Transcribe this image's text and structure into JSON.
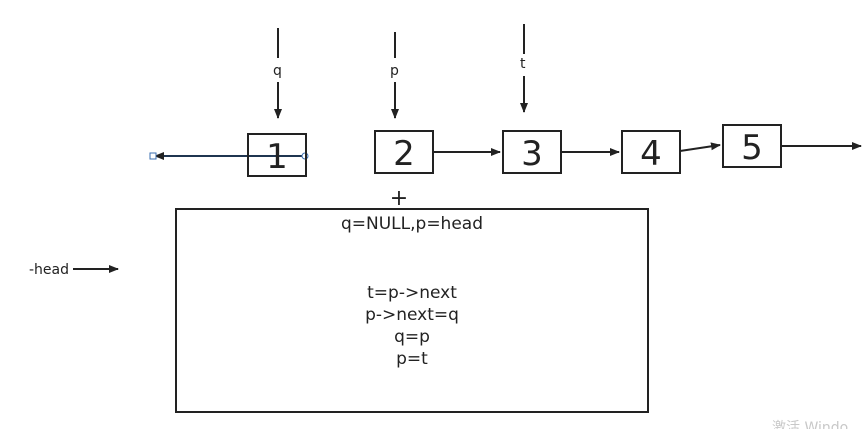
{
  "diagram": {
    "nodes": [
      {
        "label": "1"
      },
      {
        "label": "2"
      },
      {
        "label": "3"
      },
      {
        "label": "4"
      },
      {
        "label": "5"
      }
    ],
    "pointers": [
      {
        "label": "q"
      },
      {
        "label": "p"
      },
      {
        "label": "t"
      }
    ],
    "head_label": "-head",
    "code_lines": [
      "q=NULL,p=head",
      "t=p->next",
      "p->next=q",
      "q=p",
      "p=t"
    ],
    "cursor_symbol": "+",
    "watermark": "激活 Windo"
  }
}
